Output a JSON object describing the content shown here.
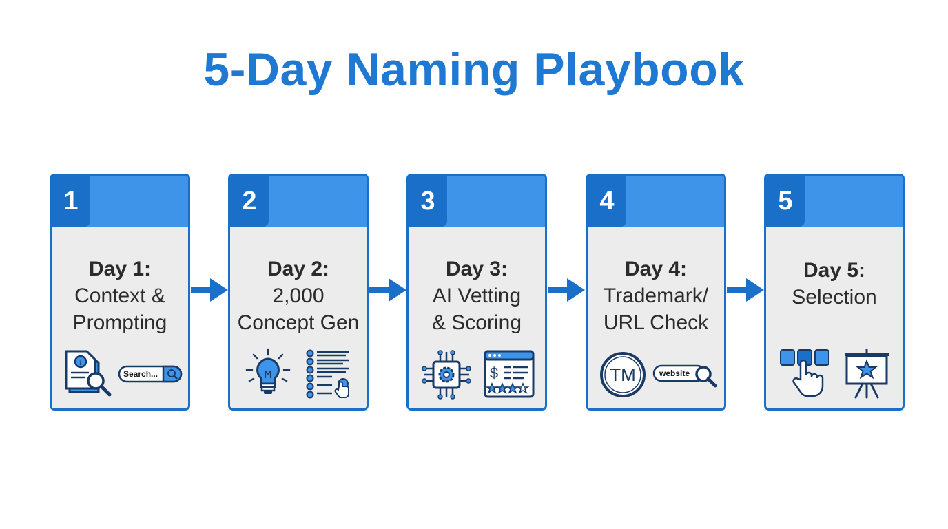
{
  "title": "5-Day Naming Playbook",
  "steps": [
    {
      "num": "1",
      "day": "Day 1:",
      "lines": [
        "Context &",
        "Prompting"
      ],
      "icons": [
        "document-info-icon",
        "search-bar-icon"
      ],
      "search_text": "Search..."
    },
    {
      "num": "2",
      "day": "Day 2:",
      "lines": [
        "2,000",
        "Concept Gen"
      ],
      "icons": [
        "lightbulb-icon",
        "list-select-icon"
      ]
    },
    {
      "num": "3",
      "day": "Day 3:",
      "lines": [
        "AI Vetting",
        "& Scoring"
      ],
      "icons": [
        "ai-chip-icon",
        "pricing-rating-icon"
      ]
    },
    {
      "num": "4",
      "day": "Day 4:",
      "lines": [
        "Trademark/",
        "URL Check"
      ],
      "icons": [
        "trademark-icon",
        "website-search-icon"
      ],
      "tm_text": "TM",
      "website_text": "website"
    },
    {
      "num": "5",
      "day": "Day 5:",
      "lines": [
        "Selection"
      ],
      "icons": [
        "hand-select-icon",
        "presentation-star-icon"
      ]
    }
  ],
  "colors": {
    "primary": "#1a6fc9",
    "header": "#3d94e8",
    "title": "#1f78d1",
    "card_bg": "#ececec"
  }
}
